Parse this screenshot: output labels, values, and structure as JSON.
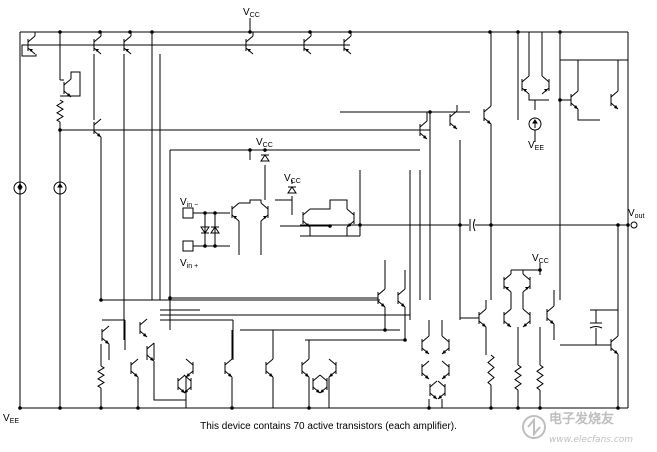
{
  "labels": {
    "vcc_top": "V",
    "vcc_top_sub": "CC",
    "vcc_mid1": "V",
    "vcc_mid1_sub": "CC",
    "vcc_mid2": "V",
    "vcc_mid2_sub": "CC",
    "vcc_right": "V",
    "vcc_right_sub": "CC",
    "vee_left": "V",
    "vee_left_sub": "EE",
    "vee_right": "V",
    "vee_right_sub": "EE",
    "vin_minus": "V",
    "vin_minus_sub": "in −",
    "vin_plus": "V",
    "vin_plus_sub": "in +",
    "vout": "V",
    "vout_sub": "out"
  },
  "caption": "This device contains 70 active transistors (each amplifier).",
  "watermark": {
    "brand": "电子发烧友",
    "url": "www.elecfans.com"
  }
}
